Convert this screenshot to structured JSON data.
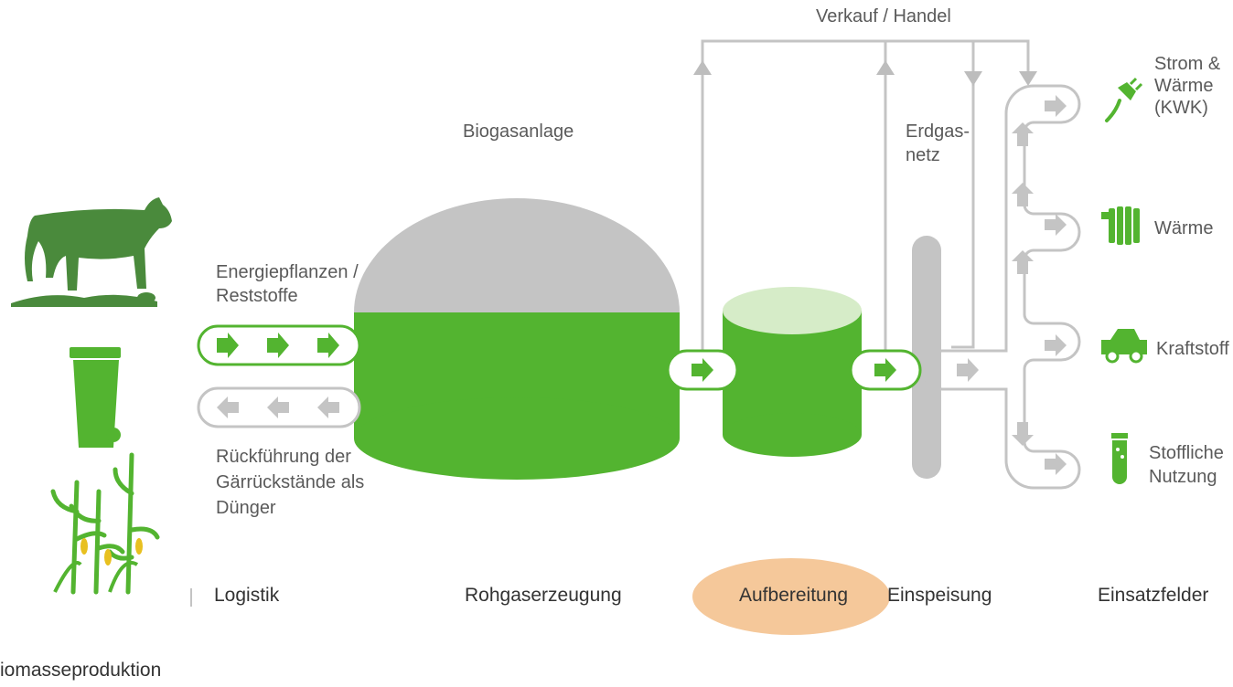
{
  "colors": {
    "green": "#53b430",
    "green_dark": "#4a8a3c",
    "light_green": "#d6ecc8",
    "gray": "#c4c4c4",
    "gray_dark": "#bdbdbd",
    "text": "#5a5a5a",
    "highlight": "#f5c89a"
  },
  "labels": {
    "verkauf": "Verkauf / Handel",
    "biogasanlage": "Biogasanlage",
    "erdgasnetz_1": "Erdgas-",
    "erdgasnetz_2": "netz",
    "energiepflanzen_1": "Energiepflanzen /",
    "energiepflanzen_2": "Reststoffe",
    "rueckfuehrung_1": "Rückführung der",
    "rueckfuehrung_2": "Gärrückstände als",
    "rueckfuehrung_3": "Dünger",
    "strom_1": "Strom &",
    "strom_2": "Wärme",
    "strom_3": "(KWK)",
    "waerme": "Wärme",
    "kraftstoff": "Kraftstoff",
    "stoffliche_1": "Stoffliche",
    "stoffliche_2": "Nutzung"
  },
  "stages": {
    "logistik": "Logistik",
    "rohgas": "Rohgaserzeugung",
    "aufbereitung": "Aufbereitung",
    "einspeisung": "Einspeisung",
    "einsatzfelder": "Einsatzfelder",
    "biomasse": "iomasseproduktion"
  },
  "icons": [
    "cow-icon",
    "waste-bin-icon",
    "corn-plants-icon",
    "plug-icon",
    "radiator-icon",
    "car-icon",
    "test-tube-icon"
  ]
}
